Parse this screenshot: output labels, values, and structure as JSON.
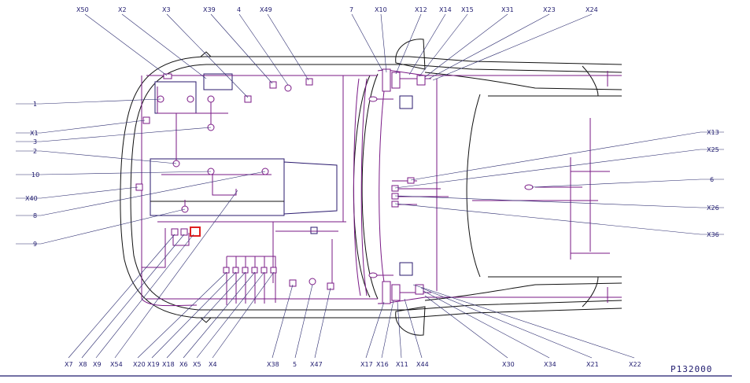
{
  "reference_code": "P132000",
  "highlight_color": "#e02020",
  "wire_color": "#7a1a86",
  "top_labels": [
    "X50",
    "X2",
    "X3",
    "X39",
    "4",
    "X49",
    "7",
    "X10",
    "X12",
    "X14",
    "X15",
    "X31",
    "X23",
    "X24"
  ],
  "left_labels": [
    "1",
    "X1",
    "3",
    "2",
    "10",
    "X40",
    "8",
    "9"
  ],
  "right_labels": [
    "X13",
    "X25",
    "6",
    "X26",
    "X36"
  ],
  "bottom_labels": [
    "X7",
    "X8",
    "X9",
    "X54",
    "X20",
    "X19",
    "X18",
    "X6",
    "X5",
    "X4",
    "X38",
    "5",
    "X47",
    "X17",
    "X16",
    "X11",
    "X44",
    "X30",
    "X34",
    "X21",
    "X22"
  ]
}
